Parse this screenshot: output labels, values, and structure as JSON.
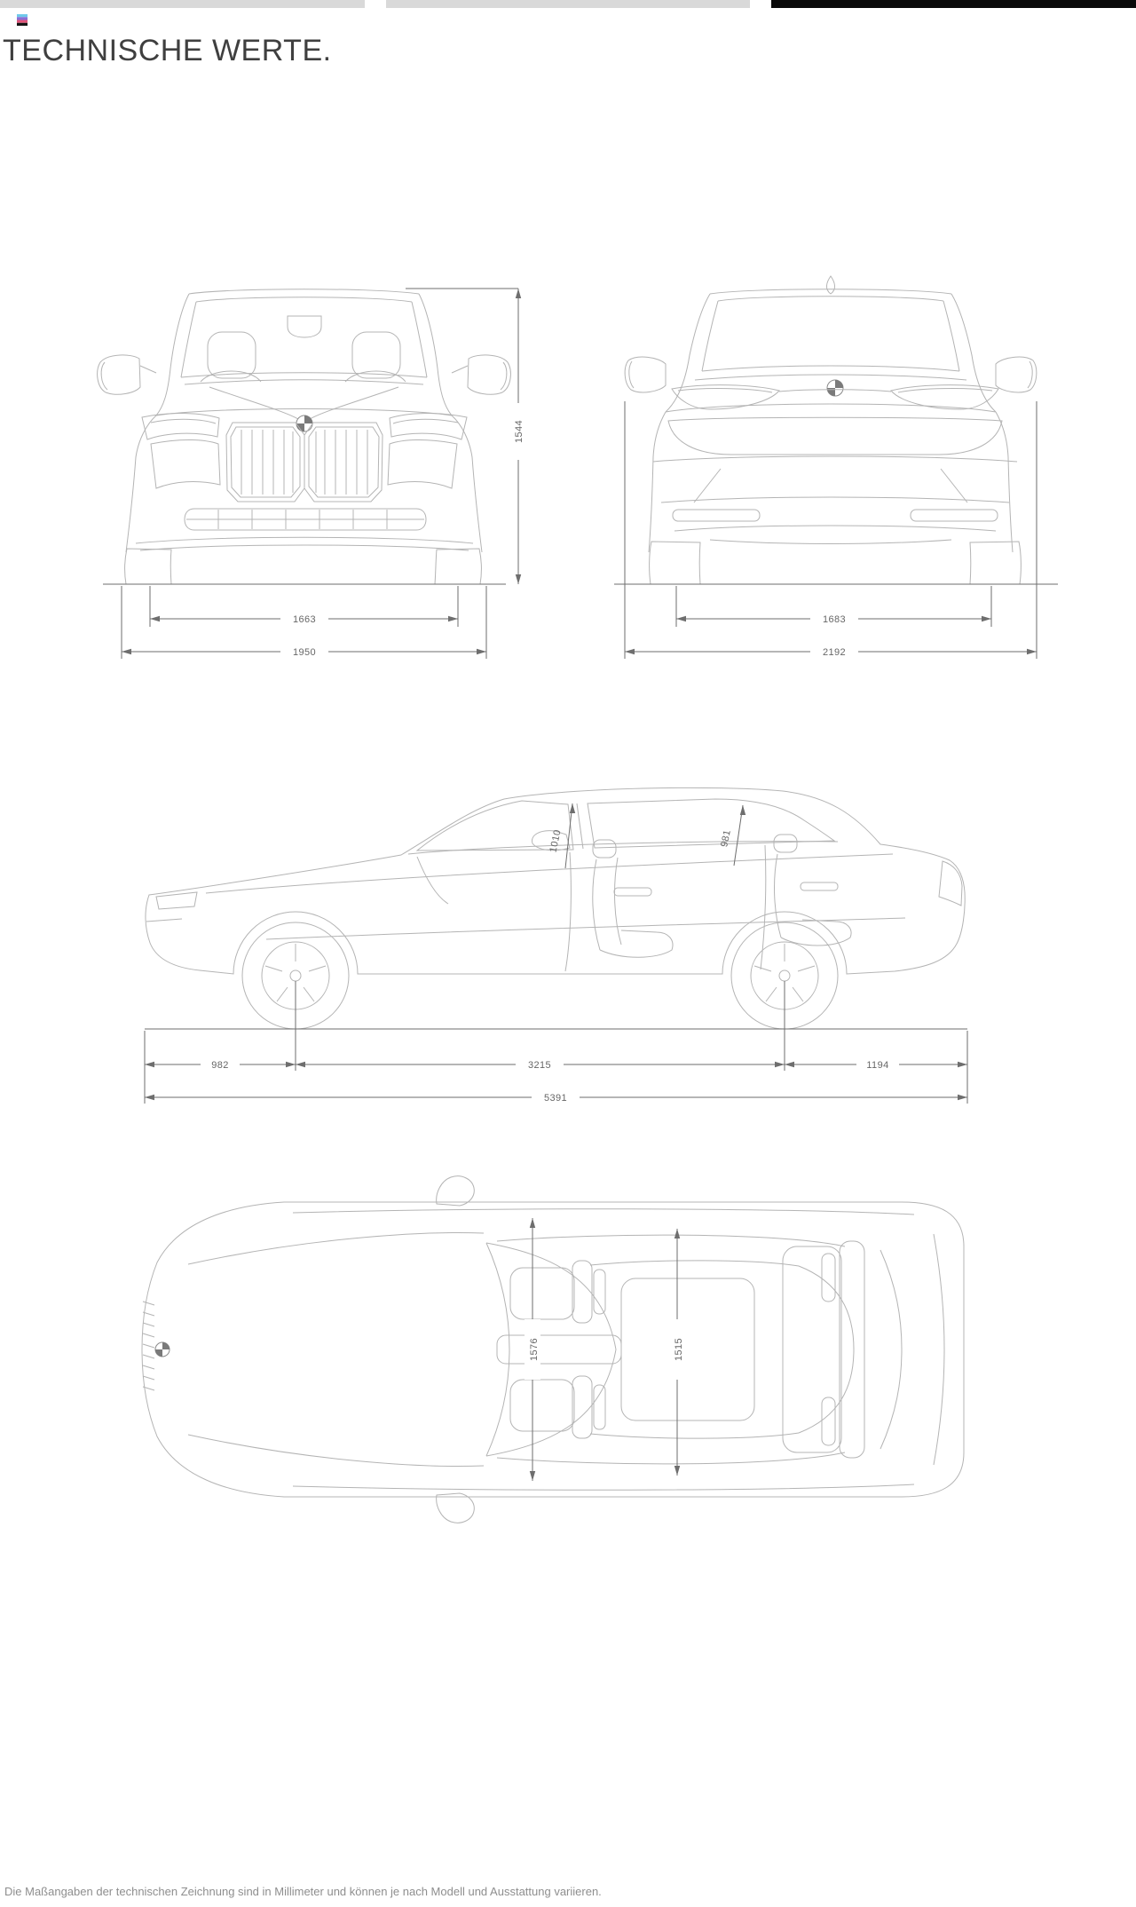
{
  "theme": {
    "line_color": "#b4b4b4",
    "dim_color": "#6e6e6e",
    "dim_text_color": "#666666",
    "progress_inactive": "#d9d9d9",
    "progress_active": "#0a0a0a"
  },
  "header": {
    "title": "TECHNISCHE WERTE.",
    "progress_segments": [
      {
        "color": "#d9d9d9"
      },
      {
        "color": "#d9d9d9"
      },
      {
        "color": "#0a0a0a"
      }
    ],
    "brand_mark_colors": [
      "#6fc9ea",
      "#8a6fd6",
      "#e25579",
      "#151515"
    ]
  },
  "dimensions": {
    "front": {
      "height": "1544",
      "track": "1663",
      "width": "1950"
    },
    "rear": {
      "track": "1683",
      "width": "2192"
    },
    "side": {
      "front_headroom": "1010",
      "rear_headroom": "981",
      "front_overhang": "982",
      "wheelbase": "3215",
      "rear_overhang": "1194",
      "length": "5391"
    },
    "top": {
      "front_interior_width": "1576",
      "rear_interior_width": "1515"
    }
  },
  "footnote": "Die Maßangaben der technischen Zeichnung sind in Millimeter und können je nach Modell und Ausstattung variieren."
}
